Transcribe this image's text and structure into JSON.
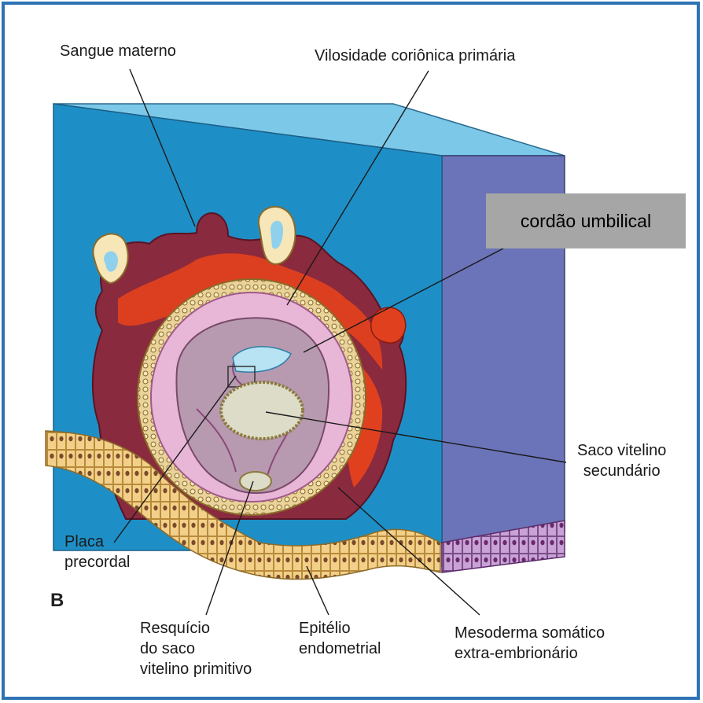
{
  "panel_letter": "B",
  "callout": "cordão umbilical",
  "labels": {
    "sangue_materno": "Sangue materno",
    "vilosidade": "Vilosidade coriônica primária",
    "saco_vitelino": "Saco vitelino\nsecundário",
    "placa": "Placa\nprecordal",
    "resquicio": "Resquício\ndo saco\nvitelino primitivo",
    "epitelio": "Epitélio\nendometrial",
    "mesoderma": "Mesoderma somático\nextra-embrionário"
  },
  "colors": {
    "frame": "#2e74b5",
    "block_front": "#1e8fc6",
    "block_top": "#7cc8e8",
    "block_side": "#6b74b8",
    "maternal_blood": "#e0401e",
    "trophoblast": "#8a2a3e",
    "cell_border": "#e6c98a",
    "cavity": "#e8b6d6",
    "embryo_sac": "#b79ab0",
    "epithelium": "#f2d08a"
  }
}
